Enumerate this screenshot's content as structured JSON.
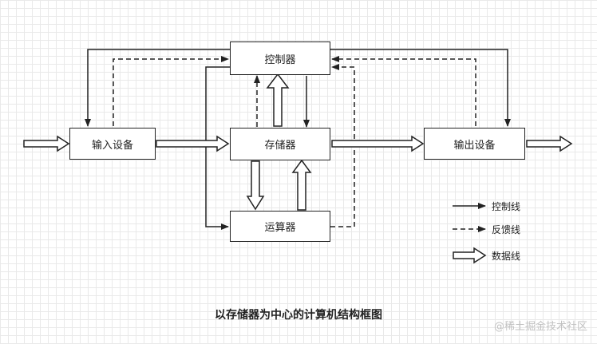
{
  "boxes": {
    "controller": "控制器",
    "input_device": "输入设备",
    "memory": "存储器",
    "output_device": "输出设备",
    "alu": "运算器"
  },
  "legend": {
    "control_line": "控制线",
    "feedback_line": "反馈线",
    "data_line": "数据线"
  },
  "caption": "以存储器为中心的计算机结构框图",
  "watermark": "@稀土掘金技术社区",
  "colors": {
    "stroke": "#222222",
    "grid": "#e9e9e9",
    "watermark": "#c2c2c2"
  }
}
